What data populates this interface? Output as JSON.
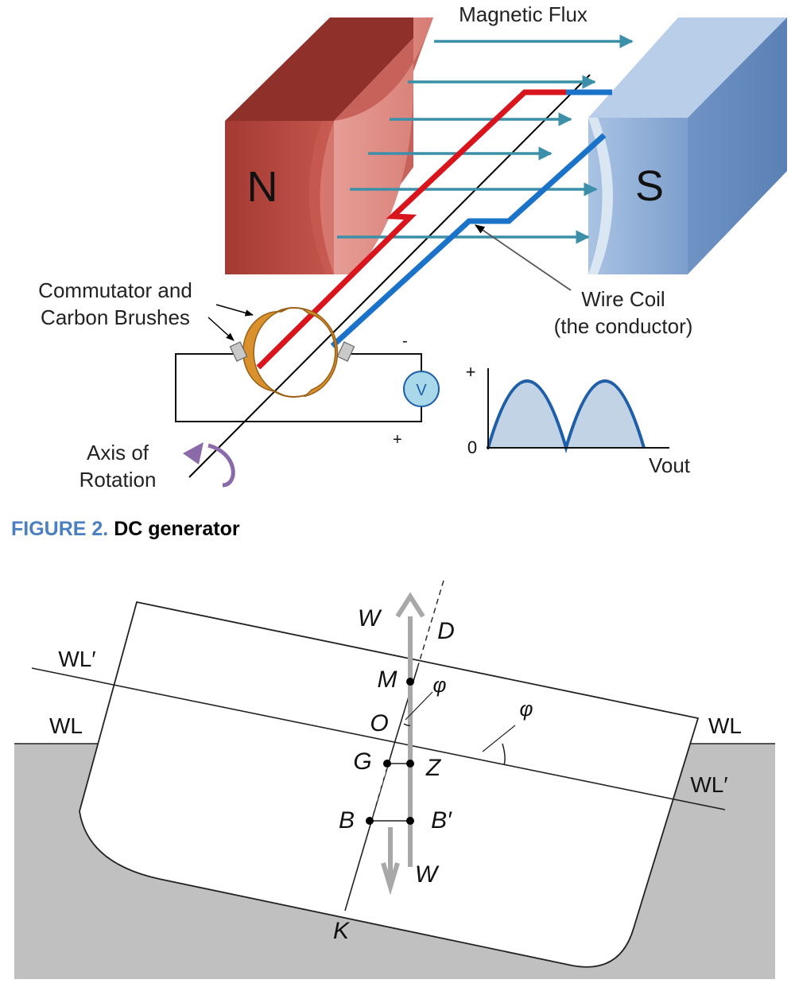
{
  "generator": {
    "magnetic_flux_label": "Magnetic Flux",
    "north_label": "N",
    "south_label": "S",
    "commutator_label_line1": "Commutator and",
    "commutator_label_line2": "Carbon Brushes",
    "wire_coil_line1": "Wire Coil",
    "wire_coil_line2": "(the conductor)",
    "axis_line1": "Axis of",
    "axis_line2": "Rotation",
    "voltmeter_label": "V",
    "minus_sign": "-",
    "plus_sign": "+",
    "graph_plus": "+",
    "graph_zero": "0",
    "graph_xlabel": "Vout",
    "colors": {
      "north_magnet": "#b5473f",
      "south_magnet": "#8fb0d9",
      "flux_arrow": "#3b8fa8",
      "wire_red": "#d8141d",
      "wire_blue": "#1a73c9",
      "commutator": "#d9912e",
      "voltage_fill": "#c3d3e6",
      "voltage_curve": "#1f5fa8",
      "rotation_arrow": "#8a6aa8"
    }
  },
  "caption": {
    "number": "FIGURE 2.",
    "title": "DC generator"
  },
  "stability": {
    "labels": {
      "w_top": "W",
      "w_bottom": "W",
      "d": "D",
      "m": "M",
      "o": "O",
      "g": "G",
      "z": "Z",
      "b": "B",
      "b_prime": "B′",
      "k": "K",
      "phi_center": "φ",
      "phi_right": "φ",
      "wl_left": "WL",
      "wl_right": "WL",
      "wl_prime_left": "WL′",
      "wl_prime_right": "WL′"
    },
    "colors": {
      "water": "#c0c0c0",
      "weight_arrow": "#a8a8a8",
      "hull_fill": "#ffffff"
    }
  }
}
